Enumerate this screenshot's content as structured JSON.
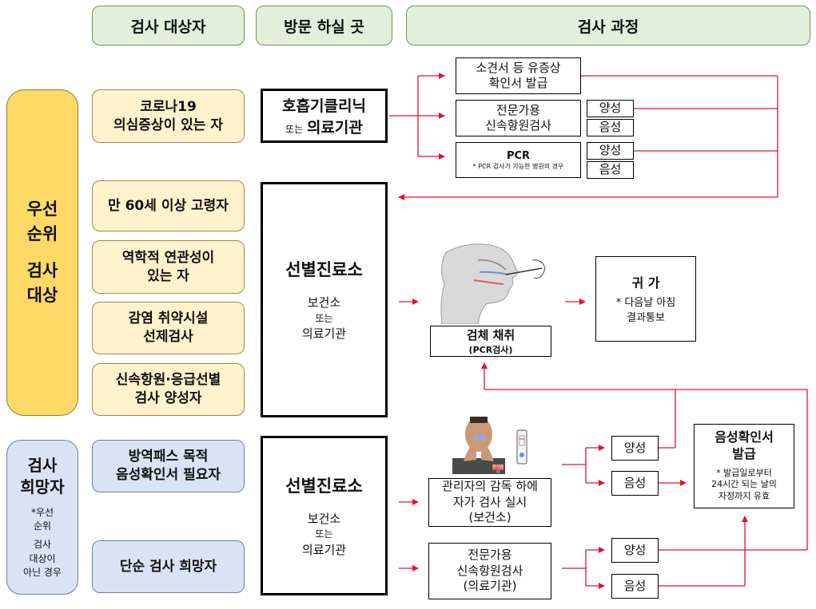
{
  "headers": {
    "target": "검사 대상자",
    "visit": "방문 하실 곳",
    "process": "검사 과정"
  },
  "categories": {
    "priority": [
      "우선",
      "순위",
      "",
      "검사",
      "대상"
    ],
    "hope_title": [
      "검사",
      "희망자"
    ],
    "hope_note": [
      "*우선",
      "순위",
      "",
      "검사",
      "대상이",
      "아닌 경우"
    ]
  },
  "targets": {
    "covid_symptom": [
      "코로나19",
      "의심증상이 있는 자"
    ],
    "elderly": "만 60세 이상 고령자",
    "epidemiological": [
      "역학적 연관성이",
      "있는 자"
    ],
    "vulnerable": [
      "감염 취약시설",
      "선제검사"
    ],
    "rapid_positive": [
      "신속항원·응급선별",
      "검사 양성자"
    ],
    "quarantine_pass": [
      "방역패스 목적",
      "음성확인서 필요자"
    ],
    "simple_hope": "단순 검사 희망자"
  },
  "places": {
    "respiratory": {
      "line1": "호흡기클리닉",
      "or": "또는",
      "line2": "의료기관"
    },
    "screening": {
      "title": "선별진료소",
      "a": "보건소",
      "or": "또는",
      "b": "의료기관"
    }
  },
  "process": {
    "certificate": [
      "소견서 등 유증상",
      "확인서 발급"
    ],
    "pro_rapid": [
      "전문가용",
      "신속항원검사"
    ],
    "pcr_title": "PCR",
    "pcr_note": "* PCR 검사가 가능한 병원의 경우",
    "positive": "양성",
    "negative": "음성",
    "specimen_title": "검체 채취",
    "specimen_sub": "(PCR검사)",
    "go_home": "귀 가",
    "go_home_note": [
      "* 다음날 아침",
      "결과통보"
    ],
    "self_test": [
      "관리자의 감독 하에",
      "자가 검사 실시",
      "(보건소)"
    ],
    "pro_rapid_clinic": [
      "전문가용",
      "신속항원검사",
      "(의료기관)"
    ],
    "neg_cert_title": [
      "음성확인서",
      "발급"
    ],
    "neg_cert_note": [
      "* 발급일로부터",
      "24시간 되는 날의",
      "자정까지 유효"
    ],
    "image_caption": "자가검사"
  },
  "colors": {
    "arrow": "#e8112d",
    "header_bg": "#e2efda",
    "priority_bg": "#ffd966",
    "target_yellow": "#fff2cc",
    "blue_bg": "#dae3f3"
  }
}
